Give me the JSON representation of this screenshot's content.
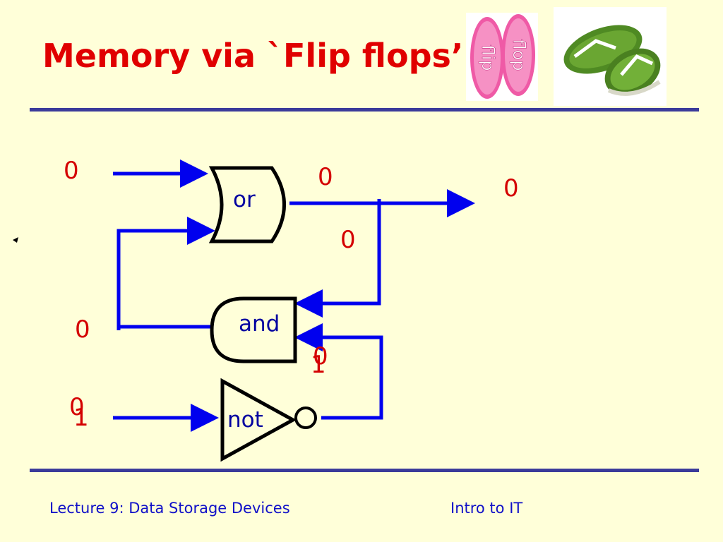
{
  "title": "Memory via `Flip flops’",
  "images": {
    "sandals_pink_text_left": "flip",
    "sandals_pink_text_right": "flop"
  },
  "gates": {
    "or": "or",
    "and": "and",
    "not": "not"
  },
  "values": {
    "or_input_top": "0",
    "or_output": "0",
    "final_output": "0",
    "feedback": "0",
    "and_input_left": "0",
    "and_input_bottom_a": "0",
    "and_input_bottom_b": "1",
    "not_input_a": "0",
    "not_input_b": "1"
  },
  "colors": {
    "wire": "#0000ee",
    "value": "#d40000",
    "title": "#e00000",
    "footer": "#1010c8",
    "background": "#ffffd9"
  },
  "footer": {
    "left": "Lecture 9: Data Storage Devices",
    "right": "Intro to IT"
  }
}
